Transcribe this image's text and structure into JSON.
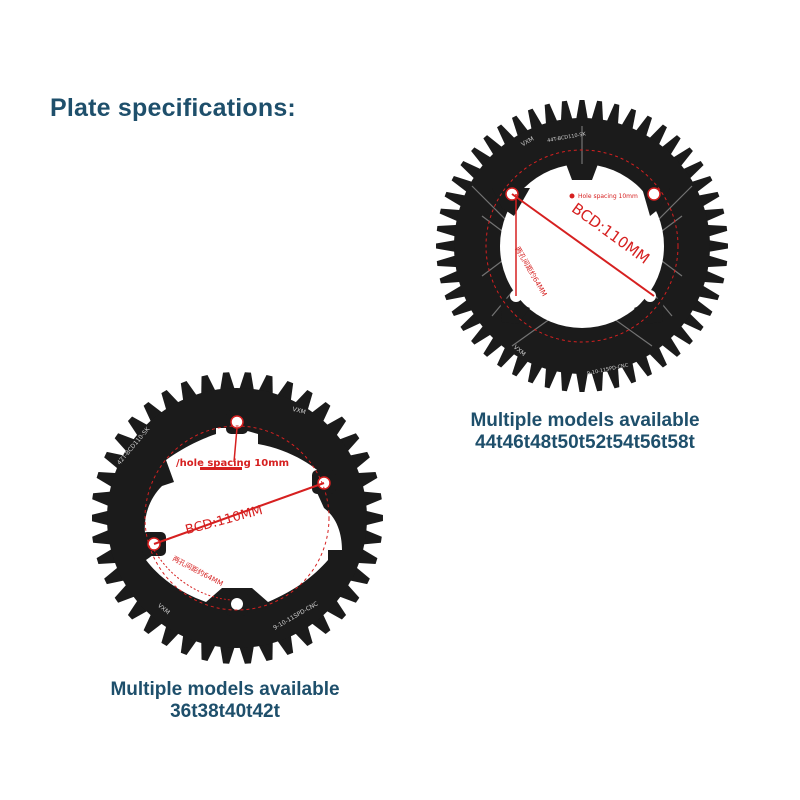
{
  "heading": "Plate specifications:",
  "large_ring": {
    "bcd_label": "BCD:110MM",
    "hole_label": "Hole spacing 10mm",
    "distance_label": "两孔间距约64MM",
    "engraving_top": "44T-BCD110-SK",
    "engraving_bottom": "9-10-11SPD-CNC",
    "brand": "VXM",
    "caption_line1": "Multiple models available",
    "caption_line2": "44t46t48t50t52t54t56t58t"
  },
  "small_ring": {
    "bcd_label": "BCD:110MM",
    "hole_label": "/hole spacing 10mm",
    "distance_label": "两孔间距约64MM",
    "engraving_top": "42T-BCD110-SK",
    "engraving_bottom": "9-10-11SPD-CNC",
    "brand": "VXM",
    "caption_line1": "Multiple models available",
    "caption_line2": "36t38t40t42t"
  },
  "colors": {
    "heading": "#1e4f6b",
    "chainring": "#1b1b1b",
    "annotation": "#d62020"
  }
}
